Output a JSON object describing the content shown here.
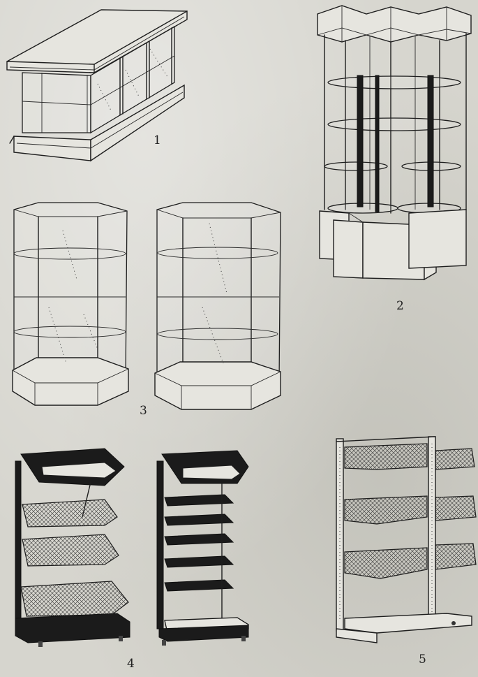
{
  "figures": [
    {
      "id": "1",
      "label": "1",
      "name": "rectangular-glass-counter"
    },
    {
      "id": "2",
      "label": "2",
      "name": "revolving-shelf-tower"
    },
    {
      "id": "3",
      "label": "3",
      "name": "hexagonal-glass-showcase-pair"
    },
    {
      "id": "4",
      "label": "4",
      "name": "wall-gondola-pair"
    },
    {
      "id": "5",
      "label": "5",
      "name": "basket-shelf-gondola"
    }
  ]
}
